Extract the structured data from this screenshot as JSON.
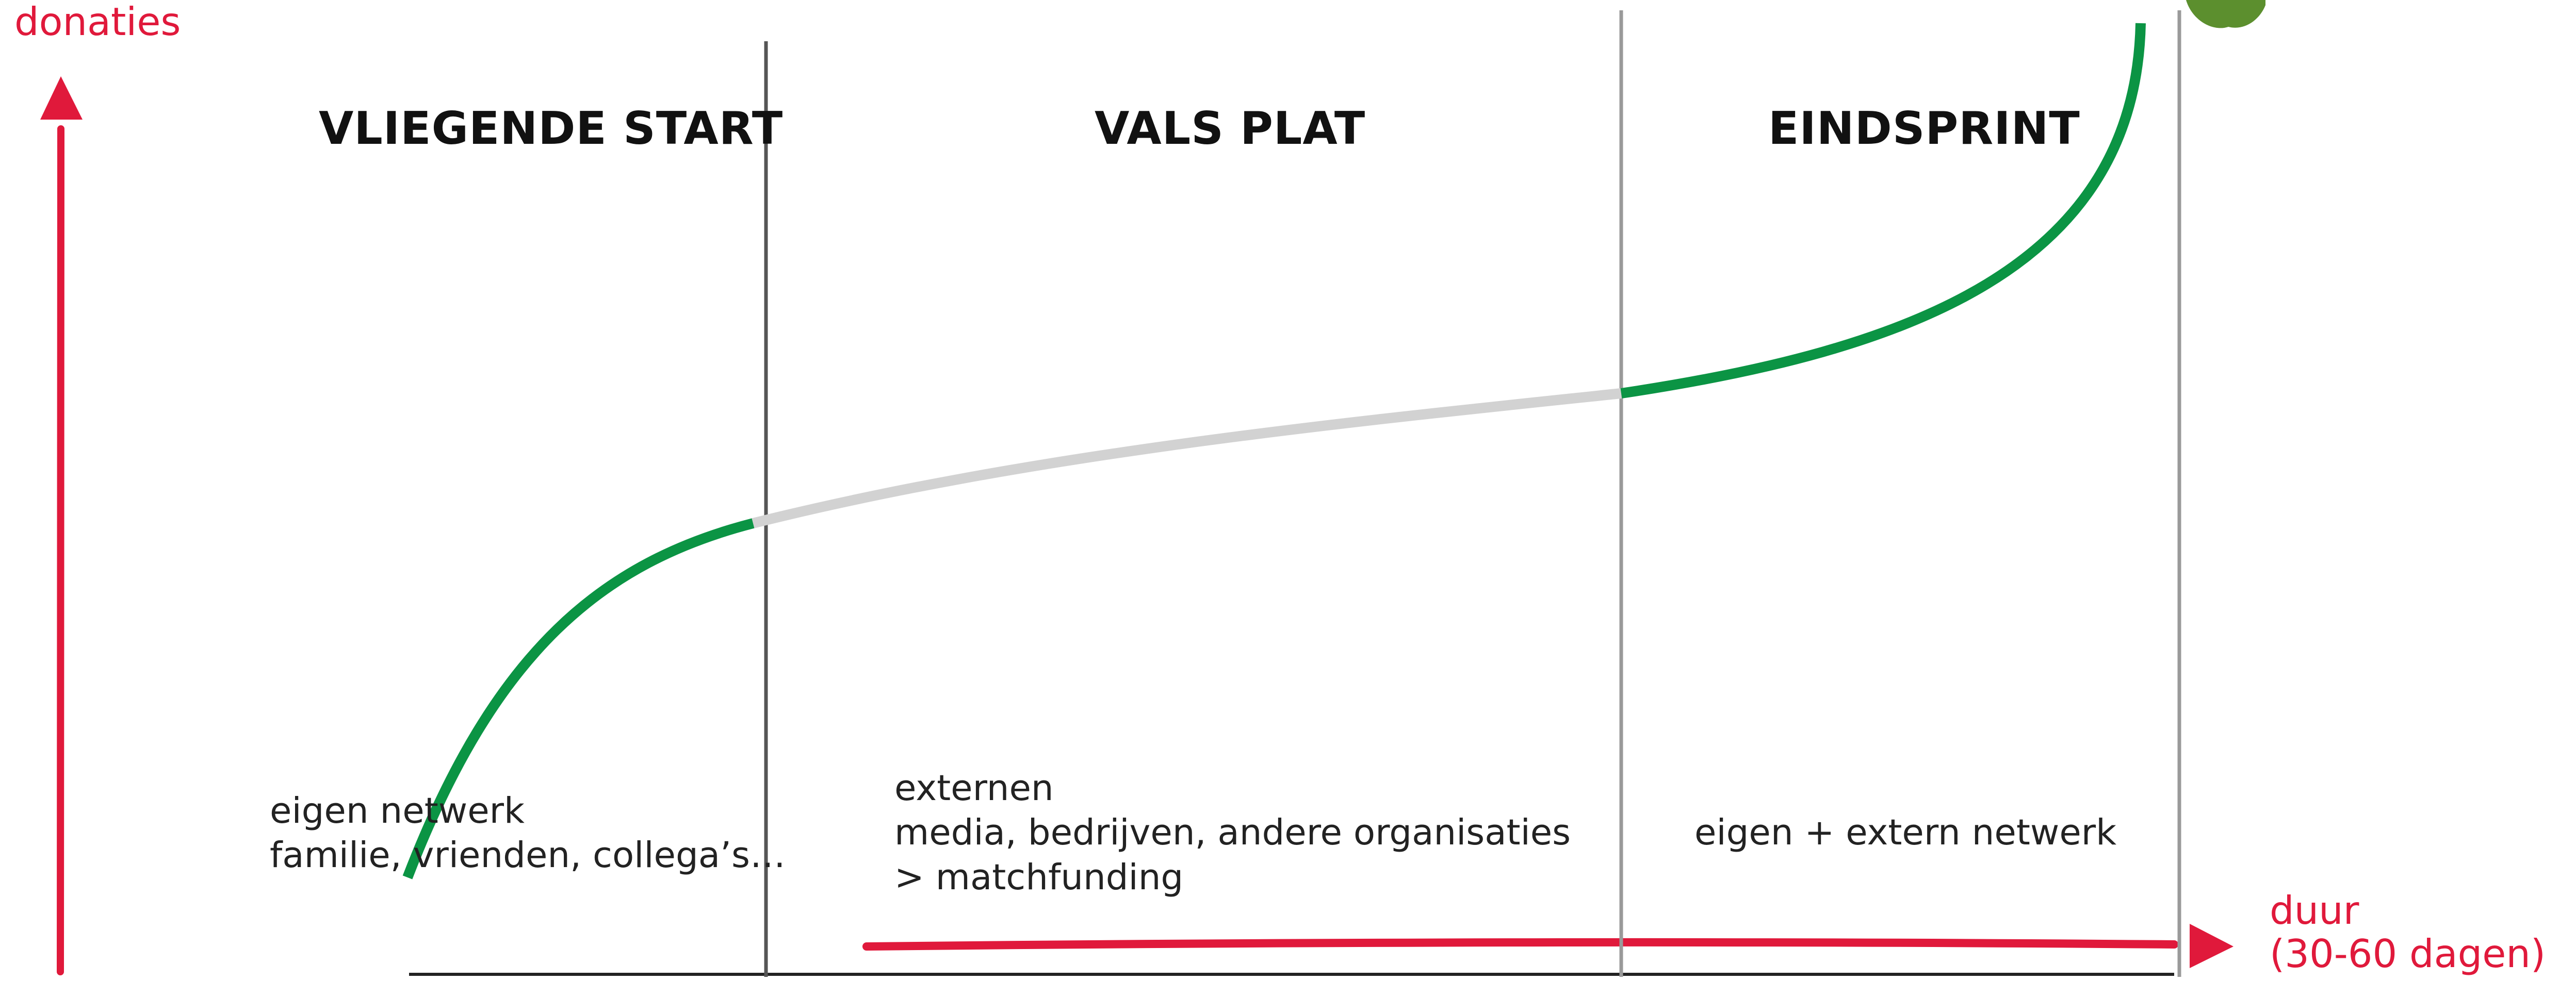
{
  "colors": {
    "axis_accent": "#e0193b",
    "curve_active": "#0b9444",
    "curve_flat": "#d2d2d2",
    "divider": "#9a9a9a",
    "divider_dark": "#555555",
    "baseline": "#222222",
    "decoration": "#5c8f2e"
  },
  "y_axis": {
    "label": "donaties"
  },
  "x_axis": {
    "label_line1": "duur",
    "label_line2": "(30-60 dagen)"
  },
  "phases": [
    {
      "title": "VLIEGENDE START",
      "notes": [
        "eigen netwerk",
        "familie, vrienden, collega’s…"
      ]
    },
    {
      "title": "VALS PLAT",
      "notes": [
        "externen",
        "media, bedrijven, andere organisaties",
        "> matchfunding"
      ]
    },
    {
      "title": "EINDSPRINT",
      "notes": [
        "eigen + extern netwerk"
      ]
    }
  ]
}
